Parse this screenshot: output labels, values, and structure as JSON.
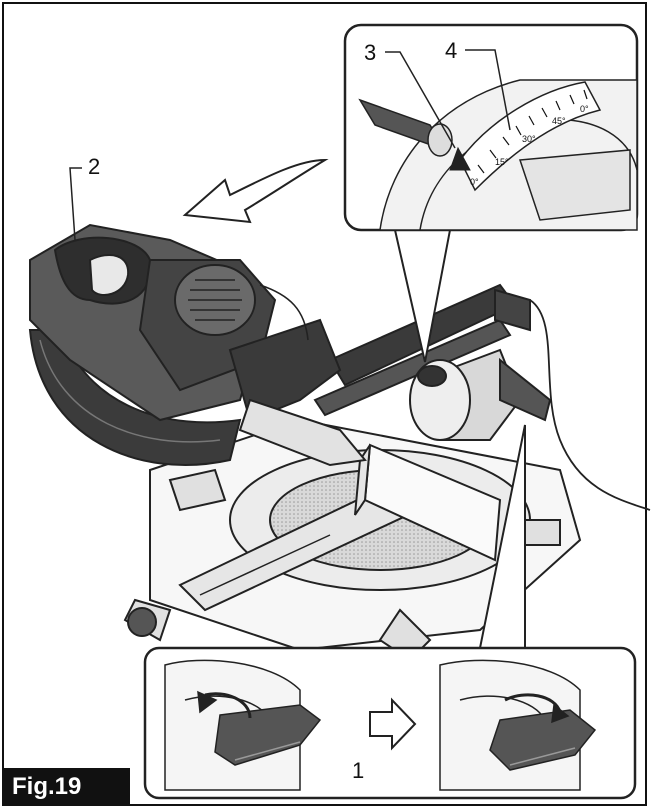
{
  "figure": {
    "label": "Fig.19",
    "callouts": {
      "one": "1",
      "two": "2",
      "three": "3",
      "four": "4"
    },
    "scale_labels": [
      "0°",
      "15°",
      "30°",
      "45°",
      "0°"
    ]
  }
}
